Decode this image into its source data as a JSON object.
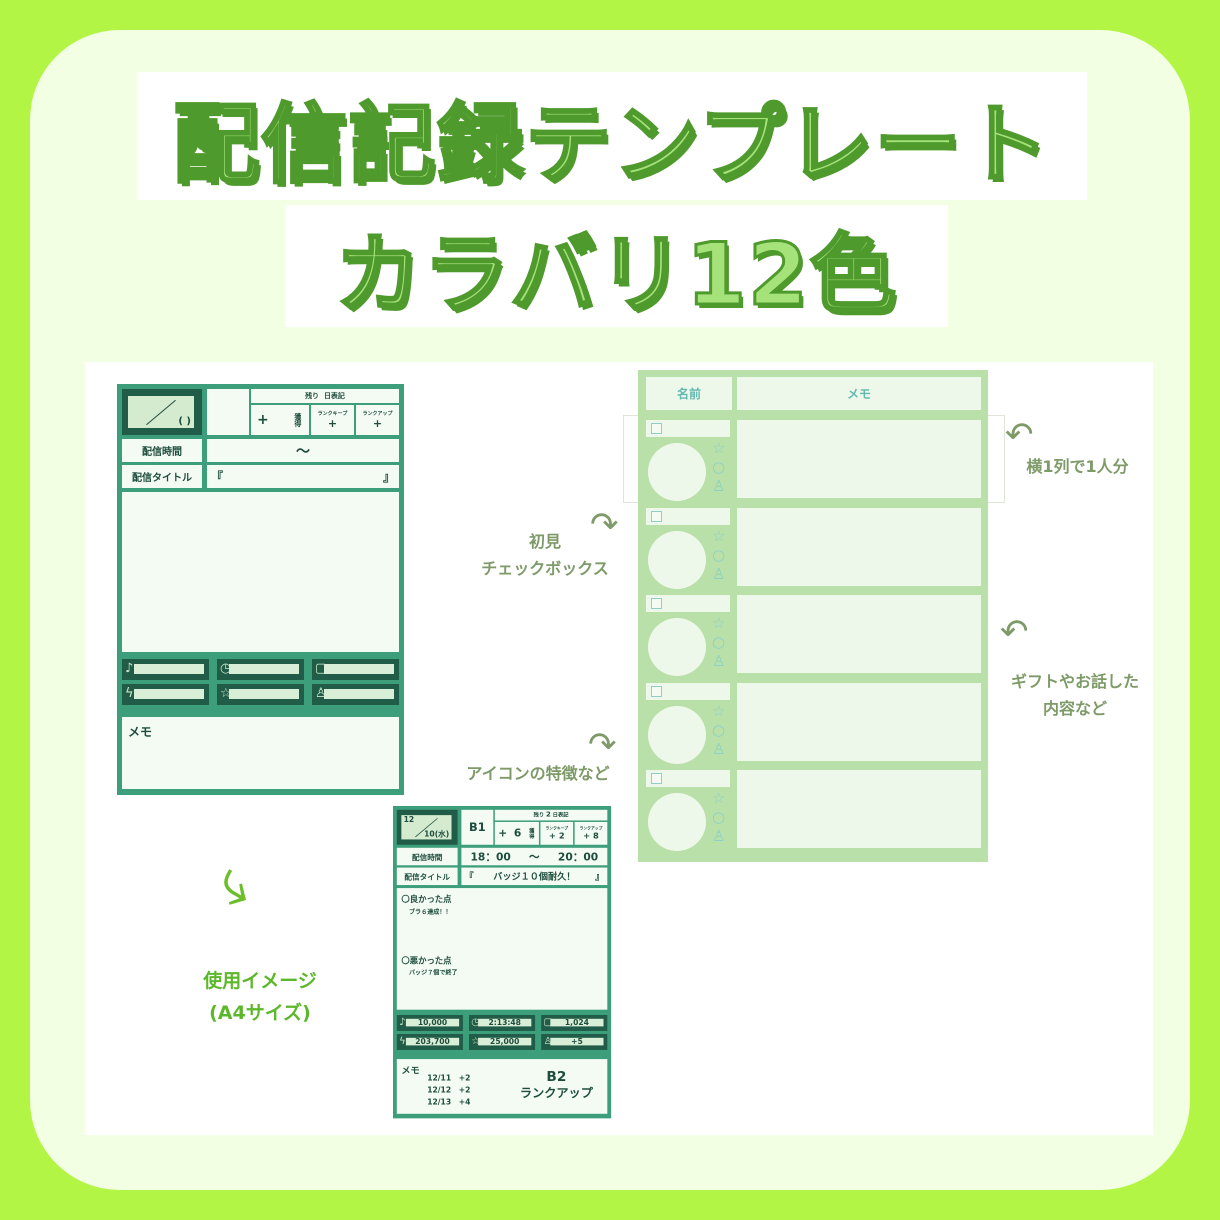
{
  "title": {
    "line1": "配信記録テンプレート",
    "line2": "カラバリ12色"
  },
  "usage": {
    "line1": "使用イメージ",
    "line2": "(A4サイズ)"
  },
  "labels": {
    "remaining": "残り",
    "day_notation": "日表記",
    "acquired": "獲得",
    "rank_keep": "ランクキープ",
    "rank_up": "ランクアップ",
    "stream_time": "配信時間",
    "stream_title": "配信タイトル",
    "memo": "メモ",
    "plus": "+",
    "time_sep": "～",
    "colon": ":",
    "quote_open": "『",
    "quote_close": "』"
  },
  "blank": {
    "month": "",
    "day": "( )",
    "rank": "",
    "remaining": "",
    "acquired": "",
    "keep": "",
    "up": "",
    "start": "",
    "end": "",
    "title": "",
    "good_head": "",
    "good": "",
    "bad_head": "",
    "bad": "",
    "stats": [
      "",
      "",
      "",
      "",
      "",
      ""
    ],
    "memo_lines": [
      "",
      "",
      ""
    ],
    "memo_big1": "",
    "memo_big2": ""
  },
  "example": {
    "month": "12",
    "day": "10(水)",
    "rank": "B1",
    "remaining": "2",
    "acquired": "6",
    "keep": "2",
    "up": "8",
    "start": "18：00",
    "end": "20：00",
    "title": "バッジ１０個耐久！",
    "good_head": "〇良かった点",
    "good": "ブラ６達成！！",
    "bad_head": "〇悪かった点",
    "bad": "バッジ７個で終了",
    "stats": [
      "10,000",
      "2:13:48",
      "1,024",
      "203,700",
      "25,000",
      "+5"
    ],
    "memo_lines": [
      "12/11　+2",
      "12/12　+2",
      "12/13　+4"
    ],
    "memo_big1": "B2",
    "memo_big2": "ランクアップ"
  },
  "stat_icons": [
    "coin-icon",
    "clock-icon",
    "comment-icon",
    "gift-icon",
    "star-icon",
    "person-icon"
  ],
  "viewer_sheet": {
    "name_header": "名前",
    "memo_header": "メモ",
    "rows": 5
  },
  "annotations": {
    "one_row": "横1列で1人分",
    "first_visit": "初見",
    "checkbox": "チェックボックス",
    "gifts": "ギフトやお話した",
    "content": "内容など",
    "icon_features": "アイコンの特徴など"
  },
  "colors": {
    "background": "#b2f545",
    "sheet": "#3d9e7c",
    "sheet_dark": "#215c48",
    "viewer_sheet": "#b8e0a8",
    "annotation": "#7d9a68"
  }
}
